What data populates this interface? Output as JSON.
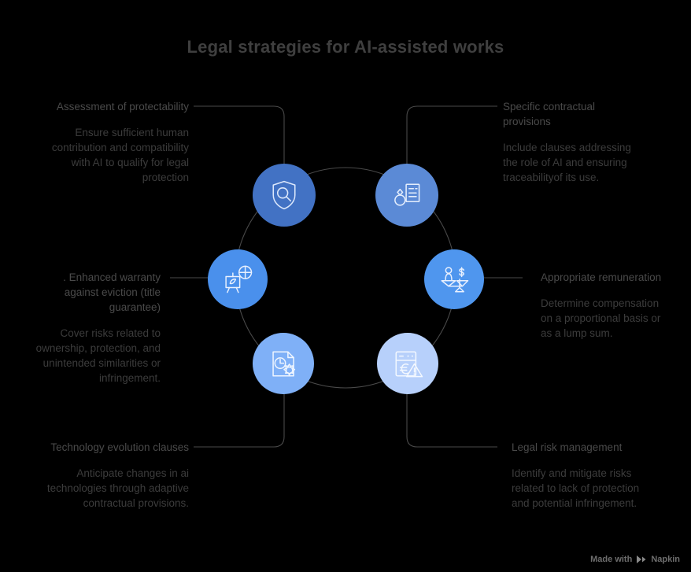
{
  "title": "Legal strategies for AI-assisted works",
  "background_color": "#000000",
  "ring_color": "#4a4a4a",
  "connector_color": "#4a4a4a",
  "title_color": "#3f3f3f",
  "text_color": "#4a4a4a",
  "diagram": {
    "type": "circular-hub-diagram",
    "node_count": 6,
    "nodes": [
      {
        "id": "assessment-of-protectability",
        "position": "top-left",
        "side": "left",
        "icon": "shield-magnifier-icon",
        "color": "#4272c4",
        "heading": "Assessment of protectability",
        "body": "Ensure sufficient human contribution and compatibility with AI to qualify for legal protection"
      },
      {
        "id": "specific-contractual-provisions",
        "position": "top-right",
        "side": "right",
        "icon": "document-ring-icon",
        "color": "#5b8ad6",
        "heading": "Specific contractual provisions",
        "body": "Include clauses addressing the role of AI and ensuring traceabilityof its use."
      },
      {
        "id": "enhanced-warranty",
        "position": "middle-left",
        "side": "left",
        "icon": "easel-globe-icon",
        "color": "#4a90ec",
        "heading": ". Enhanced warranty against eviction (title guarantee)",
        "body": "Cover risks related to ownership, protection, and unintended similarities or infringement."
      },
      {
        "id": "appropriate-remuneration",
        "position": "middle-right",
        "side": "right",
        "icon": "balance-scale-icon",
        "color": "#4f96ee",
        "heading": "Appropriate remuneration",
        "body": "Determine compensation on a proportional basis or as a lump sum."
      },
      {
        "id": "technology-evolution-clauses",
        "position": "bottom-left",
        "side": "left",
        "icon": "document-clock-gear-icon",
        "color": "#7fb0f7",
        "heading": "Technology evolution clauses",
        "body": "Anticipate changes in ai technologies through adaptive contractual provisions."
      },
      {
        "id": "legal-risk-management",
        "position": "bottom-right",
        "side": "right",
        "icon": "calculator-euro-warning-icon",
        "color": "#b7d0fb",
        "heading": "Legal risk management",
        "body": "Identify and mitigate risks related to lack of protection and potential infringement."
      }
    ]
  },
  "footer": {
    "made_with": "Made with",
    "brand": "Napkin",
    "logo": "napkin-play-logo"
  }
}
